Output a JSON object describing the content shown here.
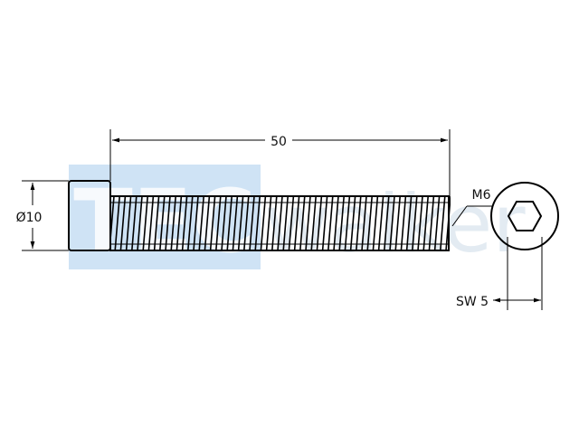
{
  "dimensions": {
    "length": "50",
    "head_diameter": "Ø10",
    "thread": "M6",
    "wrench_size": "SW 5"
  },
  "watermark": {
    "brand_block": "TEC",
    "brand_text": "walker",
    "block_color": "#cfe3f5",
    "text_color": "#dfe7ef"
  },
  "colors": {
    "line": "#000000",
    "background": "#ffffff"
  }
}
